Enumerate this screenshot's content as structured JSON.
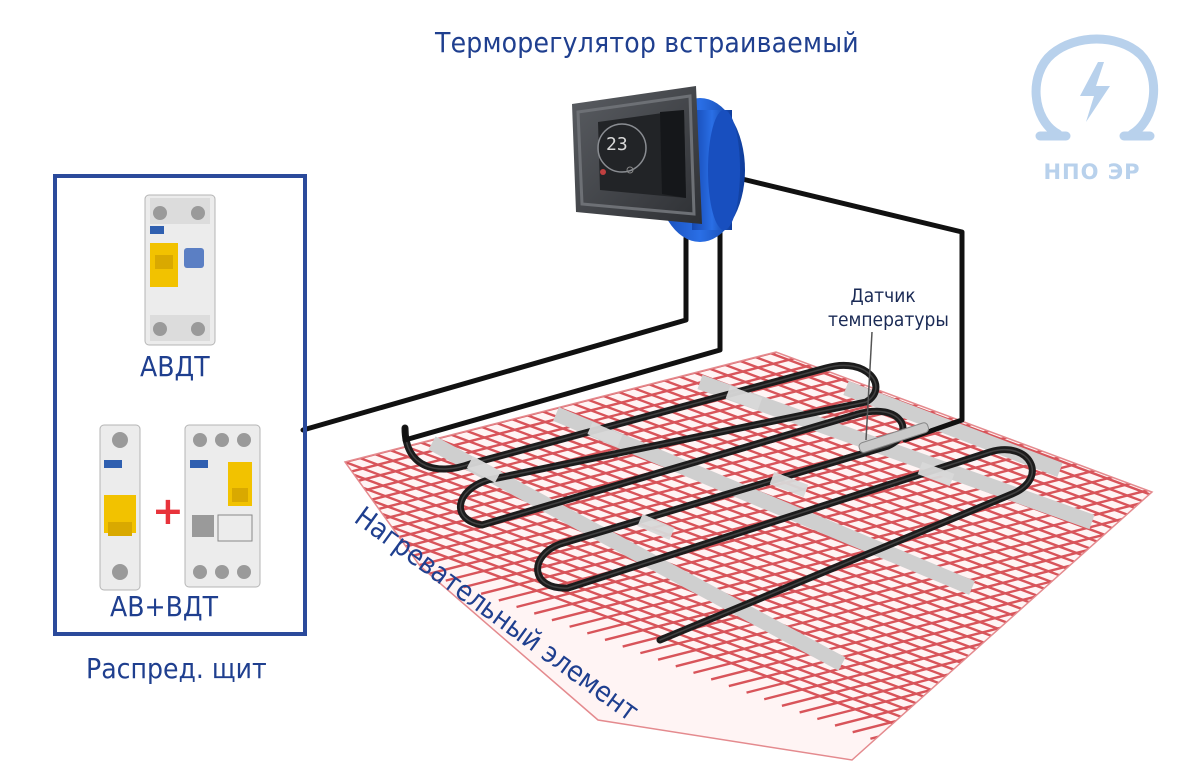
{
  "labels": {
    "title": "Терморегулятор встраиваемый",
    "sensor_line1": "Датчик",
    "sensor_line2": "температуры",
    "avdt": "АВДТ",
    "av_vdt": "АВ+ВДТ",
    "panel": "Распред. щит",
    "heater": "Нагревательный элемент",
    "logo": "НПО ЭР",
    "plus": "+",
    "display_reading": "23"
  },
  "colors": {
    "label": "#1f3f8f",
    "panel_border": "#2b4a9b",
    "mesh_line": "#d8545a",
    "cable": "#1c1c1c",
    "tape": "#d8d8d8",
    "wire": "#111111",
    "box": "#1f5fd0",
    "logo": "#b8d1ec",
    "plus": "#e8333b"
  },
  "icons": {
    "logo": "omega-lightning-logo",
    "thermostat": "thermostat-device",
    "breaker": "circuit-breaker",
    "sensor": "temperature-sensor-probe"
  }
}
